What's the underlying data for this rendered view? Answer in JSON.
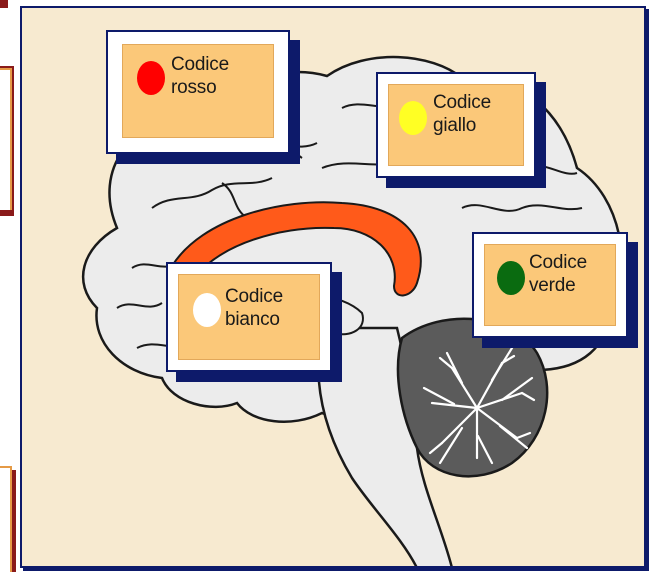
{
  "theme": {
    "background": "#f7ead0",
    "accent_dark_blue": "#0d1a6a",
    "corpus_callosum": "#ff5a1a",
    "side_bar": "#8a1a1a"
  },
  "cards": [
    {
      "id": "rosso",
      "line1": "Codice",
      "line2": "rosso",
      "dot_color": "#ff0000",
      "dot_name": "red-dot-icon"
    },
    {
      "id": "giallo",
      "line1": "Codice",
      "line2": "giallo",
      "dot_color": "#ffff24",
      "dot_name": "yellow-dot-icon"
    },
    {
      "id": "bianco",
      "line1": "Codice",
      "line2": "bianco",
      "dot_color": "#ffffff",
      "dot_name": "white-dot-icon"
    },
    {
      "id": "verde",
      "line1": "Codice",
      "line2": "verde",
      "dot_color": "#0a6b10",
      "dot_name": "green-dot-icon"
    }
  ]
}
